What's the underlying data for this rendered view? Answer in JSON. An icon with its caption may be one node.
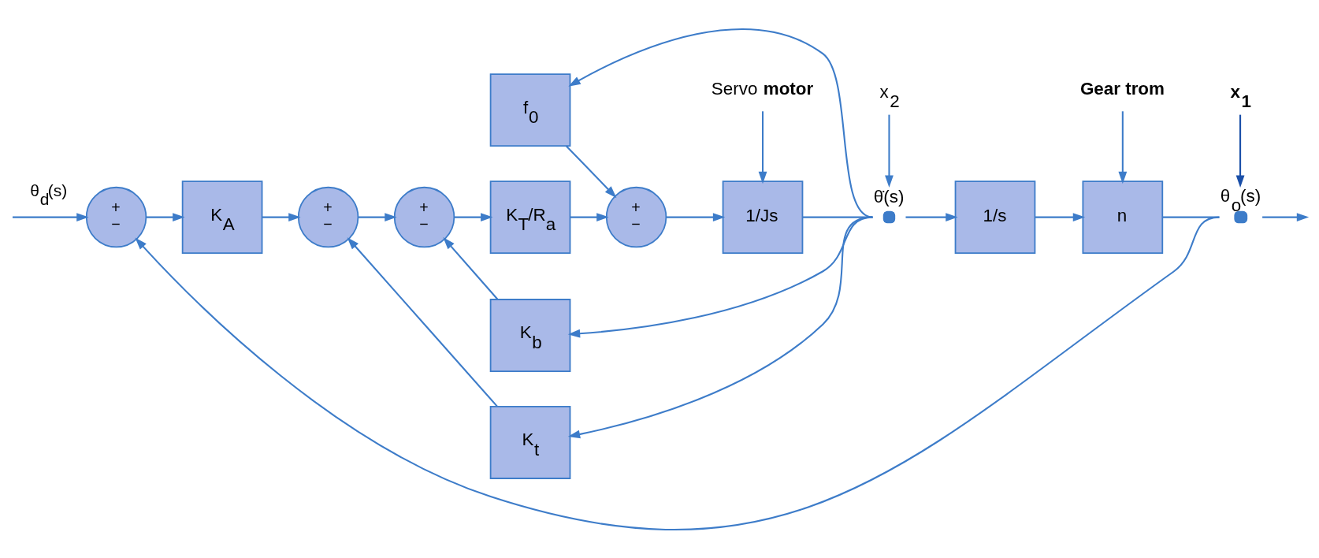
{
  "diagram": {
    "nodes": [
      {
        "text": [
          "+",
          "−"
        ]
      },
      {
        "text": [
          "K$_{A}$"
        ]
      },
      {
        "text": [
          "+",
          "−"
        ]
      },
      {
        "text": [
          "+",
          "−"
        ]
      },
      {
        "text": [
          "K$_{T}$/R$_{a}$"
        ]
      },
      {
        "text": [
          "+",
          "−"
        ]
      },
      {
        "text": [
          "1/Js"
        ]
      },
      {
        "text": [],
        "shape": "circle",
        "beside": [
          "θ̇(s)"
        ]
      },
      {
        "text": [
          "1/s"
        ]
      },
      {
        "text": [
          "n"
        ]
      },
      {
        "text": [],
        "shape": "circle",
        "beside": [
          "θ$_{o}$(s)"
        ]
      },
      {
        "text": [
          "f$_{0}$"
        ]
      },
      {
        "text": [
          "K$_{b}$"
        ]
      },
      {
        "text": [
          "K$_{t}$"
        ]
      },
      {
        "text": [
          "Servo **motor**"
        ]
      },
      {
        "text": [
          "Gear trom"
        ]
      },
      {
        "text": [
          "x$_{2}$"
        ]
      },
      {
        "text": [
          "x$_{1}$"
        ]
      }
    ],
    "edges": [
      {
        "from": null,
        "to": 0,
        "arrow": "to",
        "label": "θ$_{d}$(s)"
      },
      {
        "from": 0,
        "to": 1,
        "arrow": "to"
      },
      {
        "from": 1,
        "to": 2,
        "arrow": "to"
      },
      {
        "from": 2,
        "to": 3,
        "arrow": "to"
      },
      {
        "from": 3,
        "to": 4,
        "arrow": "to"
      },
      {
        "from": 4,
        "to": 5,
        "arrow": "to"
      },
      {
        "from": 5,
        "to": 6,
        "arrow": "to"
      },
      {
        "from": 6,
        "to": 7,
        "arrow": "none"
      },
      {
        "from": 7,
        "to": 8,
        "arrow": "to"
      },
      {
        "from": 8,
        "to": 9,
        "arrow": "to"
      },
      {
        "from": 9,
        "to": 10,
        "arrow": "none"
      },
      {
        "from": 10,
        "to": null,
        "arrow": "to"
      },
      {
        "from": 7,
        "to": 11,
        "arrow": "to"
      },
      {
        "from": 11,
        "to": 5,
        "arrow": "to"
      },
      {
        "from": 7,
        "to": 12,
        "arrow": "to"
      },
      {
        "from": 12,
        "to": 3,
        "arrow": "to"
      },
      {
        "from": 7,
        "to": 13,
        "arrow": "to"
      },
      {
        "from": 13,
        "to": 2,
        "arrow": "to"
      },
      {
        "from": 10,
        "to": 0,
        "arrow": "to"
      },
      {
        "from": 14,
        "to": 6,
        "arrow": "to"
      },
      {
        "from": 15,
        "to": 9,
        "arrow": "to"
      },
      {
        "from": 16,
        "to": 7,
        "arrow": "to"
      },
      {
        "from": 17,
        "to": 10,
        "arrow": "to",
        "color": "#1a4fa8"
      }
    ]
  }
}
